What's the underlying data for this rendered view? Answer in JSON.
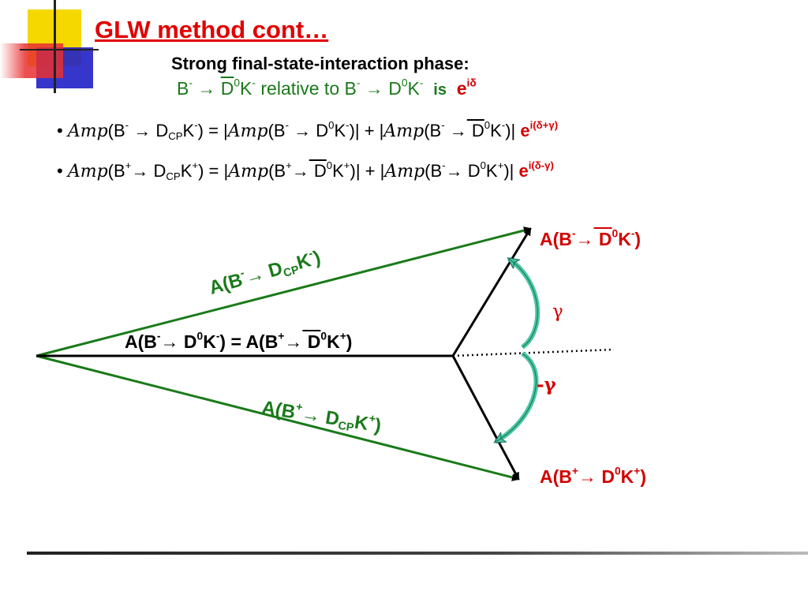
{
  "slide": {
    "title": "GLW method cont…",
    "subtitle_line1": "Strong final-state-interaction phase:",
    "subtitle_line2": {
      "b": "B",
      "minus": "-",
      "arrow": "→",
      "dbar": "D",
      "zero": "0",
      "k": "K",
      "rel": " relative to B",
      "d": "D",
      "is": "is",
      "e": "e",
      "idelta": "iδ"
    }
  },
  "equations": [
    {
      "bullet": "•",
      "amp": "Amp",
      "lhs_open": "(B",
      "lhs_sign": "-",
      "arrow": "→",
      "lhs_d": " D",
      "cp": "CP",
      "lhs_k": "K",
      "lhs_close": ")  = |",
      "t1_open": "(B",
      "t1_d": " D",
      "zero": "0",
      "t1_k": "K",
      "t1_close": ")| + |",
      "t2_open": "(B",
      "t2_d": " D",
      "t2_k": "K",
      "t2_close": ")| ",
      "e": "e",
      "phase": "i(δ+γ)"
    },
    {
      "bullet": "•",
      "amp": "Amp",
      "lhs_open": "(B",
      "lhs_sign": "+",
      "arrow": "→",
      "lhs_d": " D",
      "cp": "CP",
      "lhs_k": "K",
      "lhs_close": ") = |",
      "t1_open": "(B",
      "t1_d": " D",
      "zero": "0",
      "t1_k": "K",
      "t1_close": ")| + |",
      "t2_open": "(B",
      "t2_sign": "-",
      "t2_d": " D",
      "t2_k": "K",
      "t2_close": ")| ",
      "e": "e",
      "phase": "i(δ-γ)"
    }
  ],
  "diagram": {
    "label_top": {
      "a": "A(B",
      "s": "-",
      "arrow": "→",
      "d": " D",
      "zero": "0",
      "k": "K",
      "ks": "-",
      "close": ")"
    },
    "label_bottom": {
      "a": "A(B",
      "s": "+",
      "arrow": "→",
      "d": " D",
      "zero": "0",
      "k": "K",
      "ks": "+",
      "close": ")"
    },
    "label_middle": {
      "a": "A(B",
      "s1": "-",
      "arrow": "→",
      "d1": " D",
      "zero": "0",
      "k1": "K",
      "ks1": "-",
      "eq": ")  = A(B",
      "s2": "+",
      "d2": " D",
      "k2": "K",
      "ks2": "+",
      "close": ")"
    },
    "label_upper": {
      "a": "A(B",
      "s": "-",
      "arrow": "→",
      "d": " D",
      "cp": "CP",
      "k": "K",
      "ks": "-",
      "close": ")"
    },
    "label_lower": {
      "a": "A(B",
      "s": "+",
      "arrow": "→",
      "d": " D",
      "cp": "CP",
      "k": "K",
      "ks": "+",
      "close": ")"
    },
    "gamma": "γ",
    "minus_gamma": "-γ",
    "colors": {
      "green_line": "#1a7a1a",
      "black_line": "#000000",
      "arc": "#3aa88a",
      "label_red": "#d40000"
    }
  }
}
